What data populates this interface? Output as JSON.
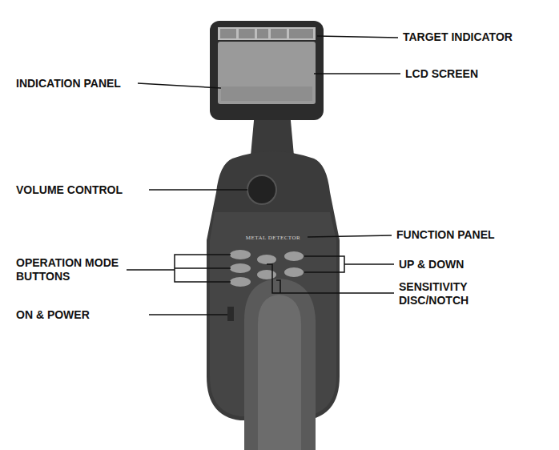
{
  "diagram": {
    "labels": [
      "TARGET INDICATOR",
      "LCD SCREEN",
      "INDICATION PANEL",
      "VOLUME CONTROL",
      "FUNCTION PANEL",
      "OPERATION MODE BUTTONS",
      "UP & DOWN",
      "SENSITIVITY DISC/NOTCH",
      "ON & POWER",
      "METAL DETECTOR"
    ]
  }
}
